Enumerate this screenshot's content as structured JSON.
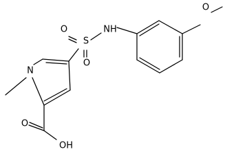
{
  "diagram": {
    "kind": "chemical-structure",
    "colors": {
      "bond": "#000000",
      "label": "#000000",
      "background": "#ffffff"
    },
    "atom_labels": {
      "methoxy_o": "O",
      "nh": "NH",
      "s": "S",
      "sulfonyl_o_left": "O",
      "sulfonyl_o_bottom": "O",
      "ring_n": "N",
      "acid_o": "O",
      "acid_oh": "OH"
    }
  }
}
